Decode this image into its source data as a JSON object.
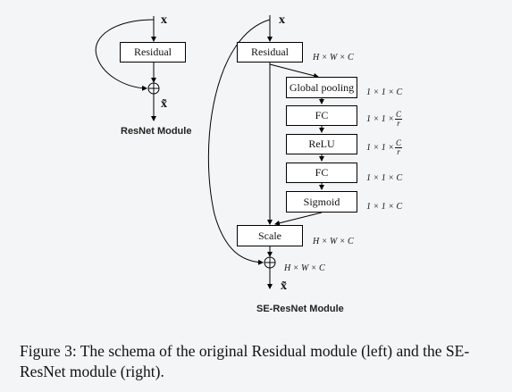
{
  "resnet": {
    "input_label": "x",
    "output_label": "x̃",
    "residual_label": "Residual",
    "module_label": "ResNet Module"
  },
  "se_resnet": {
    "input_label": "x",
    "output_label": "x̃",
    "residual_label": "Residual",
    "blocks": [
      "Global pooling",
      "FC",
      "ReLU",
      "FC",
      "Sigmoid"
    ],
    "scale_label": "Scale",
    "module_label": "SE-ResNet Module",
    "dims": {
      "residual_out": "H × W × C",
      "scale_out": "H × W × C",
      "sum_out": "H × W × C",
      "pooling": "1 × 1 × C",
      "fc1_prefix": "1 × 1 ×",
      "fc1_num": "C",
      "fc1_den": "r",
      "relu_prefix": "1 × 1 ×",
      "relu_num": "C",
      "relu_den": "r",
      "fc2": "1 × 1 × C",
      "sigmoid": "1 × 1 × C"
    }
  },
  "caption": "Figure 3: The schema of the original Residual module (left) and the SE-ResNet module (right)."
}
